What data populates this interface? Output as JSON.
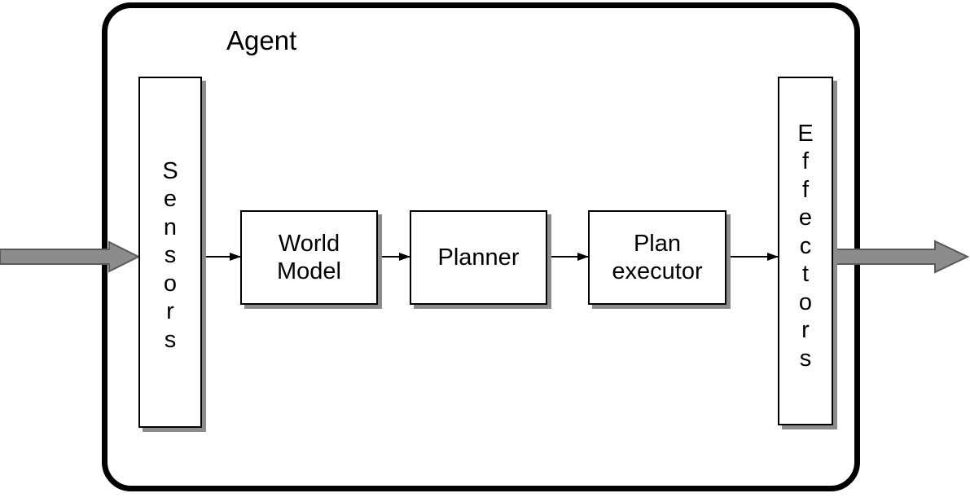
{
  "agent": {
    "title": "Agent"
  },
  "sensors": {
    "label": "Sensors"
  },
  "effectors": {
    "label": "Effectors"
  },
  "world_model": {
    "label": "World\nModel"
  },
  "planner": {
    "label": "Planner"
  },
  "plan_executor": {
    "label": "Plan\nexecutor"
  },
  "colors": {
    "line": "#000000",
    "shadow": "#8c8c8c",
    "io_arrow": "#8c8c8c",
    "io_arrow_edge": "#5a5a5a"
  },
  "edges": [
    {
      "from": "sensors",
      "to": "world_model"
    },
    {
      "from": "world_model",
      "to": "planner"
    },
    {
      "from": "planner",
      "to": "plan_executor"
    },
    {
      "from": "plan_executor",
      "to": "effectors"
    }
  ],
  "io": [
    {
      "name": "input",
      "to": "sensors"
    },
    {
      "name": "output",
      "from": "effectors"
    }
  ]
}
